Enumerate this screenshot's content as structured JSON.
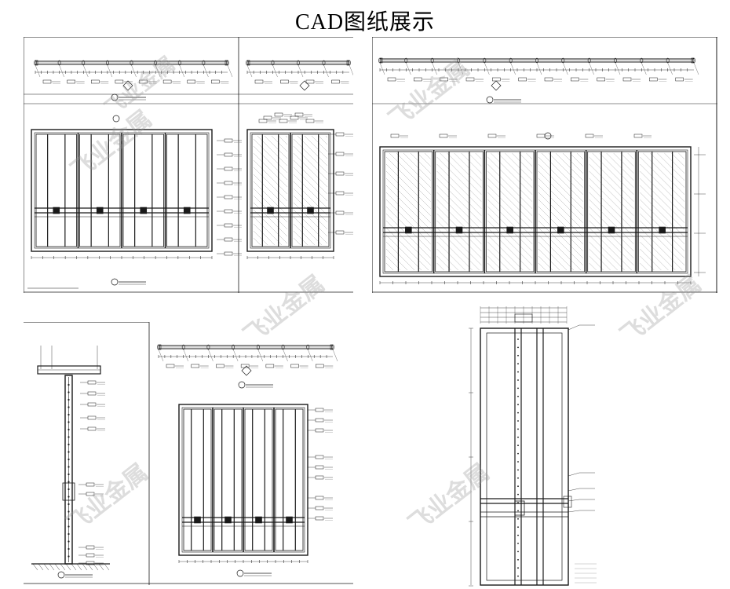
{
  "page": {
    "title": "CAD图纸展示"
  },
  "watermark": {
    "text": "飞业金属"
  },
  "colors": {
    "line": "#1a1a1a",
    "hatch": "#9a9a9a",
    "watermark": "#969696"
  },
  "panels": [
    {
      "id": "tl"
    },
    {
      "id": "tr"
    },
    {
      "id": "bl"
    },
    {
      "id": "br"
    }
  ]
}
